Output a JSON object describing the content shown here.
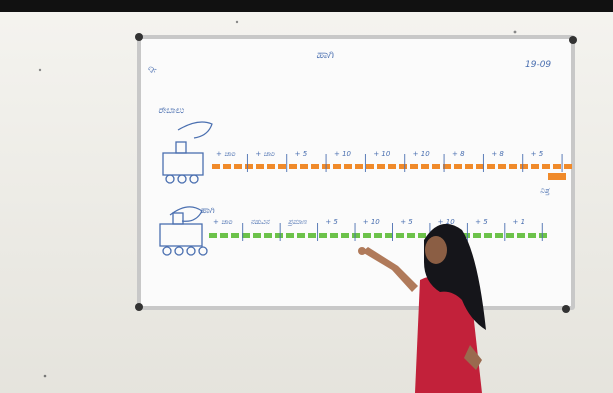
{
  "board": {
    "title": "ಹಾಗಿ",
    "corner_note": "19-09",
    "left_note": "ದ್ಗಿ"
  },
  "train_orange": {
    "label": "ರೇಬಾಲು",
    "segment_labels": [
      "+ ಚಾರಿ",
      "+ ಚಾರಿ",
      "+ 5",
      "+ 10",
      "+ 10",
      "+ 10",
      "+ 8",
      "+ 8",
      "+ 5"
    ],
    "end_note": "ನಿತ್ತ",
    "color": "#f08a2a"
  },
  "train_green": {
    "label": "ಹಾಗಿ",
    "segment_labels": [
      "+ ಚಾರಿ",
      "ನಡುವಿನ",
      "ಪ್ರಮಾಣ",
      "+ 5",
      "+ 10",
      "+ 5",
      "+ 10",
      "+ 5",
      "+ 1"
    ],
    "color": "#6cc24a"
  },
  "colors": {
    "wall": "#f2f2ee",
    "board_surface": "#fbfbfb",
    "board_frame": "#c9c9c9",
    "marker_blue": "#4a6fb0",
    "student_top": "#c2213a",
    "hair": "#15151a"
  }
}
